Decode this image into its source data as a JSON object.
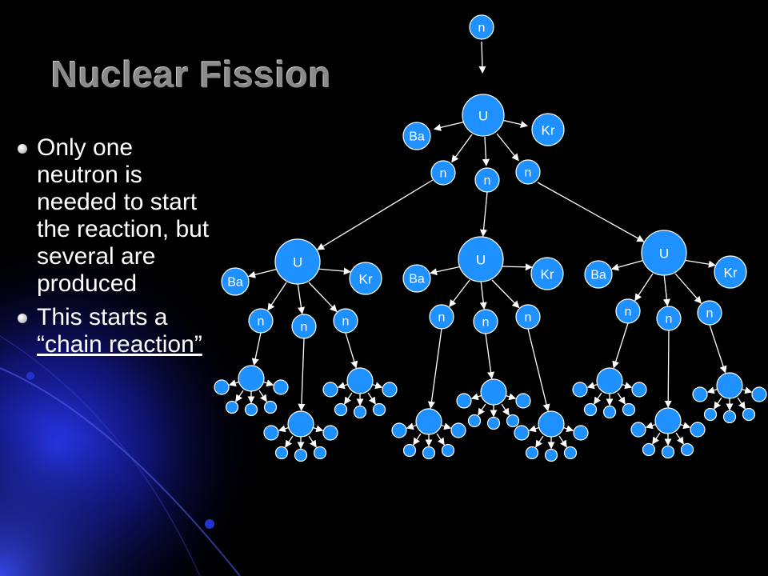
{
  "slide": {
    "title": "Nuclear Fission",
    "bullets": [
      {
        "text": "Only one neutron is needed to start the reaction, but several are produced"
      },
      {
        "prefix": "This starts a ",
        "linked": "“chain reaction”"
      }
    ]
  },
  "diagram": {
    "neutron_label": "n",
    "uranium_label": "U",
    "barium_label": "Ba",
    "krypton_label": "Kr"
  },
  "colors": {
    "background": "#000000",
    "node_fill": "#1e90ff",
    "node_stroke": "#ffffff",
    "arrow": "#ffffff",
    "title": "#8a8a8a",
    "text": "#ffffff"
  }
}
